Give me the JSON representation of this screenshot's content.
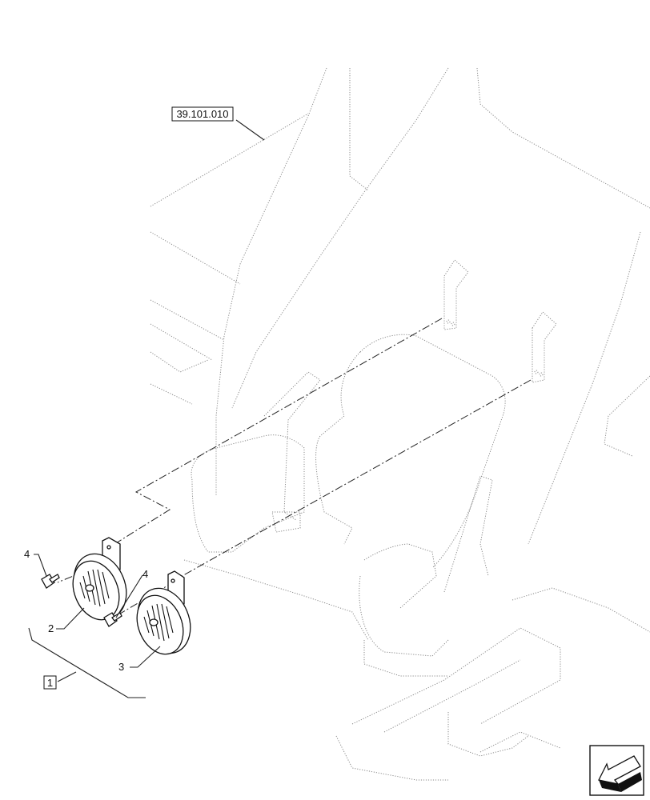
{
  "reference": "39.101.010",
  "callouts": [
    {
      "id": "item-1",
      "text": "1"
    },
    {
      "id": "item-2",
      "text": "2"
    },
    {
      "id": "item-3",
      "text": "3"
    },
    {
      "id": "item-4a",
      "text": "4"
    },
    {
      "id": "item-4b",
      "text": "4"
    }
  ],
  "nav_icon": "arrow-left-icon"
}
